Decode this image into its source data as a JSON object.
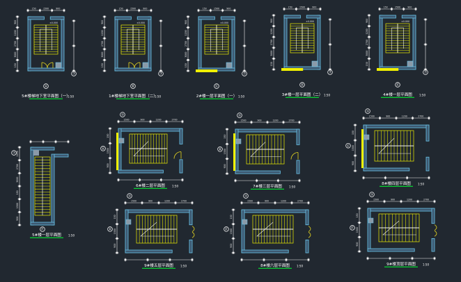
{
  "colors": {
    "background": "#212830",
    "wall_outline": "#68c4e8",
    "wall_fill": "#3c5870",
    "stair": "#f0f000",
    "dimension": "#f2f2f2",
    "caption": "#ffffff",
    "caption_underline": "#00ff33",
    "door": "#e8d820",
    "grid_bubble": "#ffffff"
  },
  "plans": [
    {
      "caption": "5#楼梯地下室平面图（一）",
      "axes": [
        "⑦",
        "Ⓐ"
      ]
    },
    {
      "caption": "1#楼梯地下室平面图（二）",
      "axes": [
        "⑦",
        "Ⓑ"
      ]
    },
    {
      "caption": "2#楼一层平面图（一）",
      "axes": [
        "⑦",
        "Ⓒ"
      ]
    },
    {
      "caption": "3#楼一层平面图（二）",
      "axes": [
        "⑦",
        "Ⓓ"
      ]
    },
    {
      "caption": "4#楼一层平面图",
      "axes": [
        "⑦",
        "Ⓔ"
      ]
    },
    {
      "caption": "5#楼一层平面图",
      "axes": [
        "⑦",
        "Ⓕ"
      ]
    },
    {
      "caption": "6#楼二层平面图",
      "axes": [
        "①",
        "Ⓐ"
      ]
    },
    {
      "caption": "7#楼三层平面图",
      "axes": [
        "①",
        "Ⓑ"
      ]
    },
    {
      "caption": "8#楼四层平面图",
      "axes": [
        "①",
        "Ⓒ"
      ]
    },
    {
      "caption": "9#楼五层平面图",
      "axes": [
        "①",
        "Ⓓ"
      ]
    },
    {
      "caption": "8#楼六层平面图",
      "axes": [
        "①",
        "Ⓔ"
      ]
    },
    {
      "caption": "9#楼顶层平面图",
      "axes": [
        "①",
        "Ⓕ"
      ]
    }
  ],
  "scale_tag": "1:50",
  "dim_labels": [
    "1200",
    "2700",
    "3000",
    "150",
    "1500",
    "900"
  ],
  "landing_label": "±0.000"
}
